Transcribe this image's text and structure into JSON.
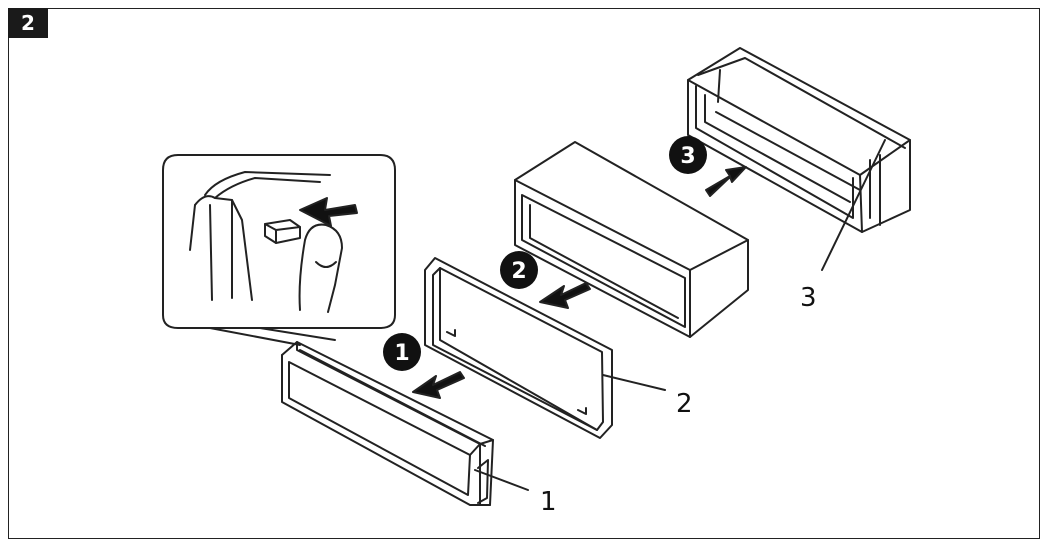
{
  "figure": {
    "number": "2"
  },
  "steps": [
    {
      "label": "1"
    },
    {
      "label": "2"
    },
    {
      "label": "3"
    }
  ],
  "callouts": [
    {
      "label": "1"
    },
    {
      "label": "2"
    },
    {
      "label": "3"
    }
  ]
}
